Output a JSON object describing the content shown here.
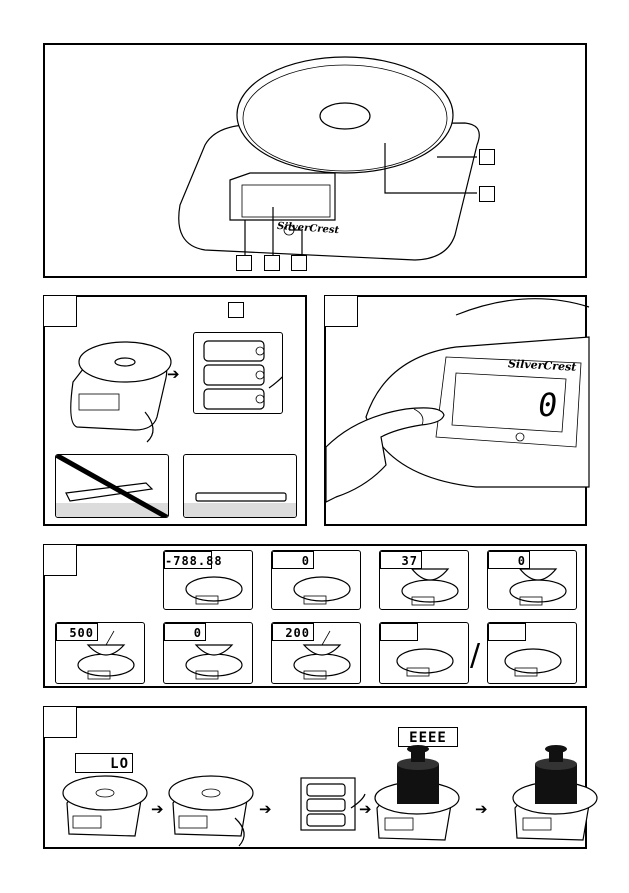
{
  "fig1": {
    "brand": "SilverCrest"
  },
  "fig3": {
    "brand": "SilverCrest",
    "display": "0"
  },
  "fig4": {
    "displays": [
      "-788.88",
      "0",
      "37",
      "0",
      "500",
      "0",
      "200",
      "",
      ""
    ],
    "divider": "/"
  },
  "fig5": {
    "display_lo": "LO",
    "display_err": "EEEE"
  },
  "icons": {
    "arrow": "arrow-right-icon"
  }
}
